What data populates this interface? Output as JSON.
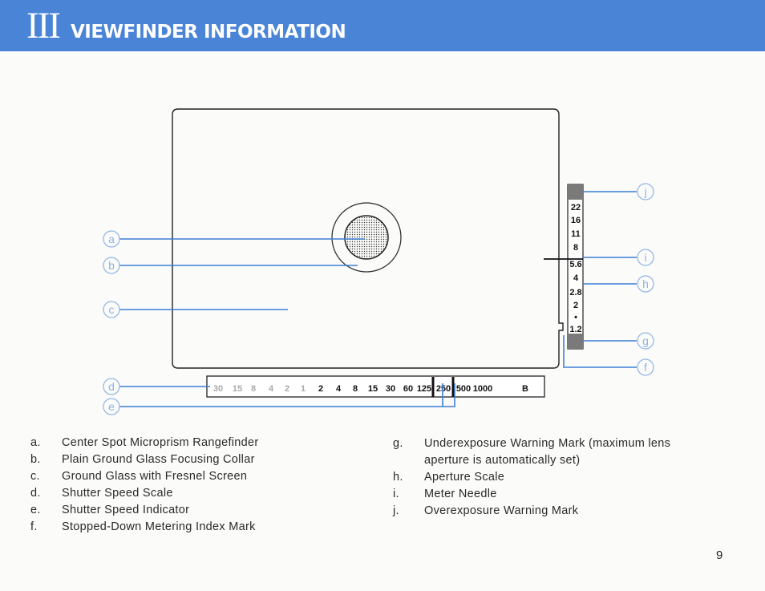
{
  "header": {
    "chapter_number": "III",
    "title": "VIEWFINDER INFORMATION"
  },
  "diagram": {
    "callouts": [
      "a",
      "b",
      "c",
      "d",
      "e",
      "f",
      "g",
      "h",
      "i",
      "j"
    ],
    "shutter_scale": {
      "faded": [
        "30",
        "15",
        "8",
        "4",
        "2",
        "1"
      ],
      "active": [
        "2",
        "4",
        "8",
        "15",
        "30",
        "60",
        "125",
        "250",
        "500",
        "1000"
      ],
      "bulb": "B"
    },
    "aperture_scale": [
      "22",
      "16",
      "11",
      "8",
      "5.6",
      "4",
      "2.8",
      "2",
      "•",
      "1.2"
    ]
  },
  "legend_left": [
    {
      "letter": "a.",
      "text": "Center Spot Microprism Rangefinder"
    },
    {
      "letter": "b.",
      "text": "Plain Ground Glass Focusing Collar"
    },
    {
      "letter": "c.",
      "text": "Ground Glass with Fresnel Screen"
    },
    {
      "letter": "d.",
      "text": "Shutter Speed Scale"
    },
    {
      "letter": "e.",
      "text": "Shutter Speed Indicator"
    },
    {
      "letter": "f.",
      "text": "Stopped-Down Metering Index Mark"
    }
  ],
  "legend_right": [
    {
      "letter": "g.",
      "text": "Underexposure Warning Mark (maximum lens aperture is automatically set)"
    },
    {
      "letter": "h.",
      "text": "Aperture Scale"
    },
    {
      "letter": "i.",
      "text": "Meter Needle"
    },
    {
      "letter": "j.",
      "text": "Overexposure Warning Mark"
    }
  ],
  "page_number": "9",
  "colors": {
    "header_blue": "#4a84d6",
    "leader_blue": "#3d7fd6",
    "callout_text": "#8fb3e6"
  }
}
